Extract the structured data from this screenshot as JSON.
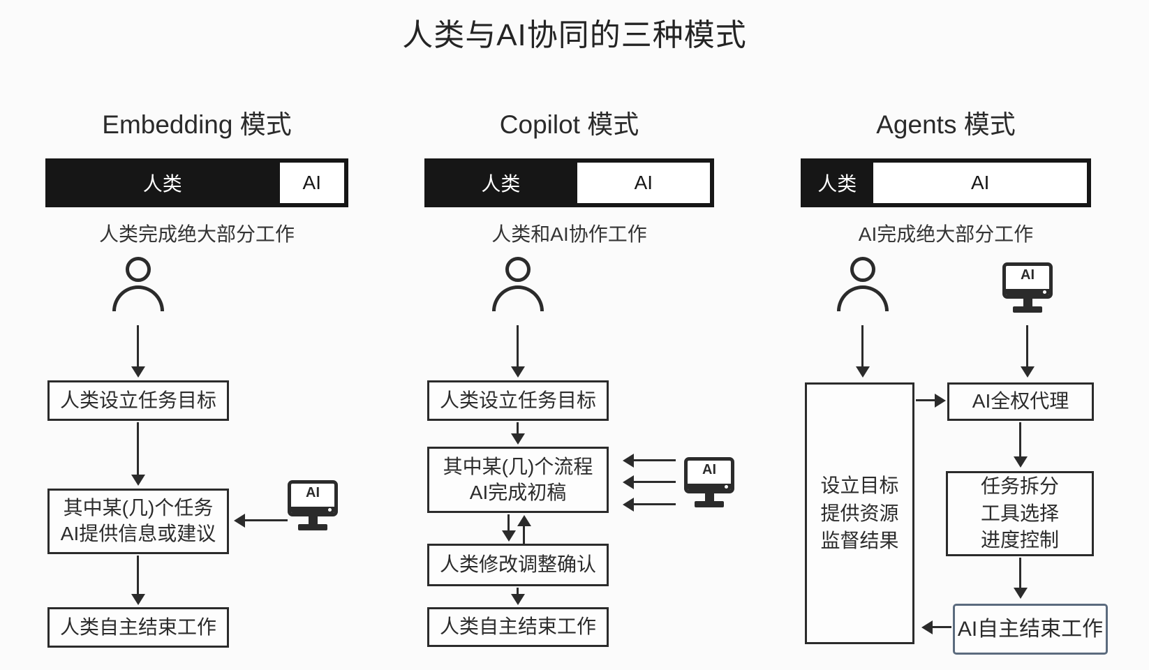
{
  "title": "人类与AI协同的三种模式",
  "icons": {
    "ai_monitor_label": "AI"
  },
  "colors": {
    "ink": "#2b2b2b",
    "bar_fill": "#161616",
    "background": "#fbfbfb",
    "final_box_border": "#5b6b7e"
  },
  "columns": [
    {
      "header": "Embedding 模式",
      "bar": {
        "human": "人类",
        "ai": "AI",
        "human_pct": 77
      },
      "caption": "人类完成绝大部分工作",
      "flow": {
        "box1": "人类设立任务目标",
        "box2_line1": "其中某(几)个任务",
        "box2_line2": "AI提供信息或建议",
        "box3": "人类自主结束工作"
      }
    },
    {
      "header": "Copilot 模式",
      "bar": {
        "human": "人类",
        "ai": "AI",
        "human_pct": 52
      },
      "caption": "人类和AI协作工作",
      "flow": {
        "box1": "人类设立任务目标",
        "box2_line1": "其中某(几)个流程",
        "box2_line2": "AI完成初稿",
        "box3": "人类修改调整确认",
        "box4": "人类自主结束工作"
      }
    },
    {
      "header": "Agents 模式",
      "bar": {
        "human": "人类",
        "ai": "AI",
        "human_pct": 24
      },
      "caption": "AI完成绝大部分工作",
      "flow": {
        "tall_line1": "设立目标",
        "tall_line2": "提供资源",
        "tall_line3": "监督结果",
        "box1": "AI全权代理",
        "box2_line1": "任务拆分",
        "box2_line2": "工具选择",
        "box2_line3": "进度控制",
        "box3": "AI自主结束工作"
      }
    }
  ]
}
